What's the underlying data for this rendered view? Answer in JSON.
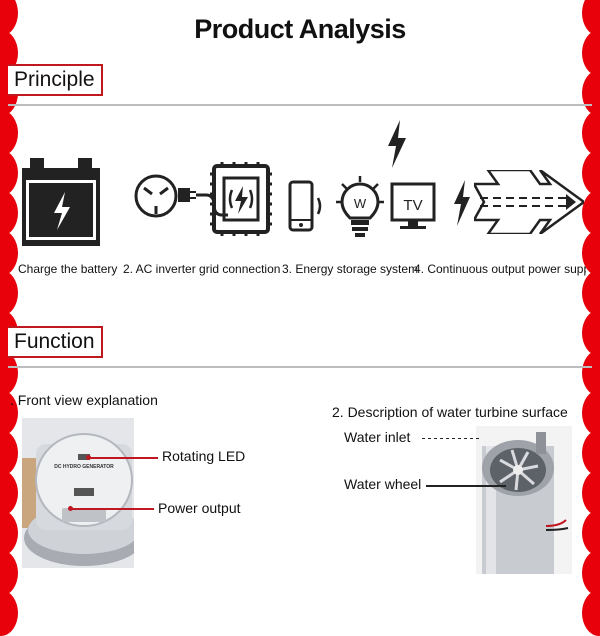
{
  "page": {
    "title": "Product Analysis",
    "accent_color": "#e8000b"
  },
  "principle": {
    "heading": "Principle",
    "steps": [
      "Charge the battery",
      "2. AC inverter grid connection",
      "3. Energy storage system",
      "4. Continuous output power supp"
    ],
    "icons": [
      "battery-icon",
      "plug-inverter-icon",
      "phone-icon",
      "bulb-icon",
      "tv-icon",
      "lightning-icon",
      "arrow-icon"
    ],
    "tv_label": "TV",
    "bulb_label": "W"
  },
  "function": {
    "heading": "Function",
    "front_caption": ". Front view explanation",
    "turbine_caption": "2. Description of water turbine surface",
    "front_labels": {
      "led": "Rotating LED",
      "power": "Power output",
      "device_text": "DC HYDRO GENERATOR"
    },
    "turbine_labels": {
      "inlet": "Water inlet",
      "wheel": "Water wheel"
    }
  }
}
